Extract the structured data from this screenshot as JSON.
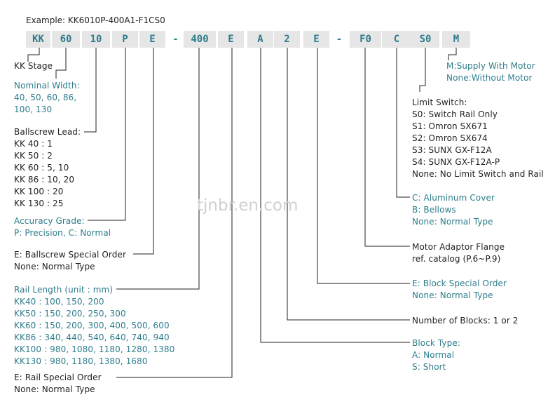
{
  "example": "Example: KK6010P-400A1-F1CS0",
  "codes": [
    "KK",
    "60",
    "10",
    "P",
    "E",
    "-",
    "400",
    "E",
    "A",
    "2",
    "E",
    "-",
    "F0",
    "C",
    "S0",
    "M"
  ],
  "watermark": "tjnbr.en.com",
  "labels": {
    "kk_stage": "KK Stage",
    "nominal_width": [
      "Nominal Width:",
      "40, 50, 60, 86,",
      "100, 130"
    ],
    "ballscrew_lead": [
      "Ballscrew Lead:",
      "KK 40 : 1",
      "KK 50 : 2",
      "KK 60 : 5, 10",
      "KK 86 : 10, 20",
      "KK 100 : 20",
      "KK 130 : 25"
    ],
    "accuracy_grade": [
      "Accuracy Grade:",
      "P: Precision, C: Normal"
    ],
    "ballscrew_special": [
      "E: Ballscrew Special Order",
      "None: Normal Type"
    ],
    "rail_length": [
      "Rail Length (unit : mm)",
      "KK40 : 100, 150, 200",
      "KK50 : 150, 200, 250, 300",
      "KK60 : 150, 200, 300,  400,  500, 600",
      "KK86 : 340, 440, 540, 640, 740, 940",
      "KK100 : 980, 1080, 1180, 1280, 1380",
      "KK130 : 980, 1180, 1380, 1680"
    ],
    "rail_special": [
      "E: Rail Special Order",
      "None: Normal Type"
    ],
    "motor_supply": [
      "M:Supply With Motor",
      "None:Without Motor"
    ],
    "limit_switch": [
      "Limit Switch:",
      "S0: Switch Rail Only",
      "S1: Omron SX671",
      "S2: Omron SX674",
      "S3: SUNX GX-F12A",
      "S4: SUNX GX-F12A-P",
      "None: No Limit Switch and Rail"
    ],
    "cover": [
      "C: Aluminum Cover",
      "B: Bellows",
      "None: Normal Type"
    ],
    "motor_flange": [
      "Motor Adaptor Flange",
      "ref. catalog (P.6~P.9)"
    ],
    "block_special": [
      "E: Block Special Order",
      "None: Normal Type"
    ],
    "num_blocks": [
      "Number of Blocks: 1 or 2"
    ],
    "block_type": [
      "Block Type:",
      "A: Normal",
      "S: Short"
    ]
  },
  "colors": {
    "teal": "#2e7d8c",
    "box_bg": "#e6e6e6",
    "line": "#222222"
  }
}
